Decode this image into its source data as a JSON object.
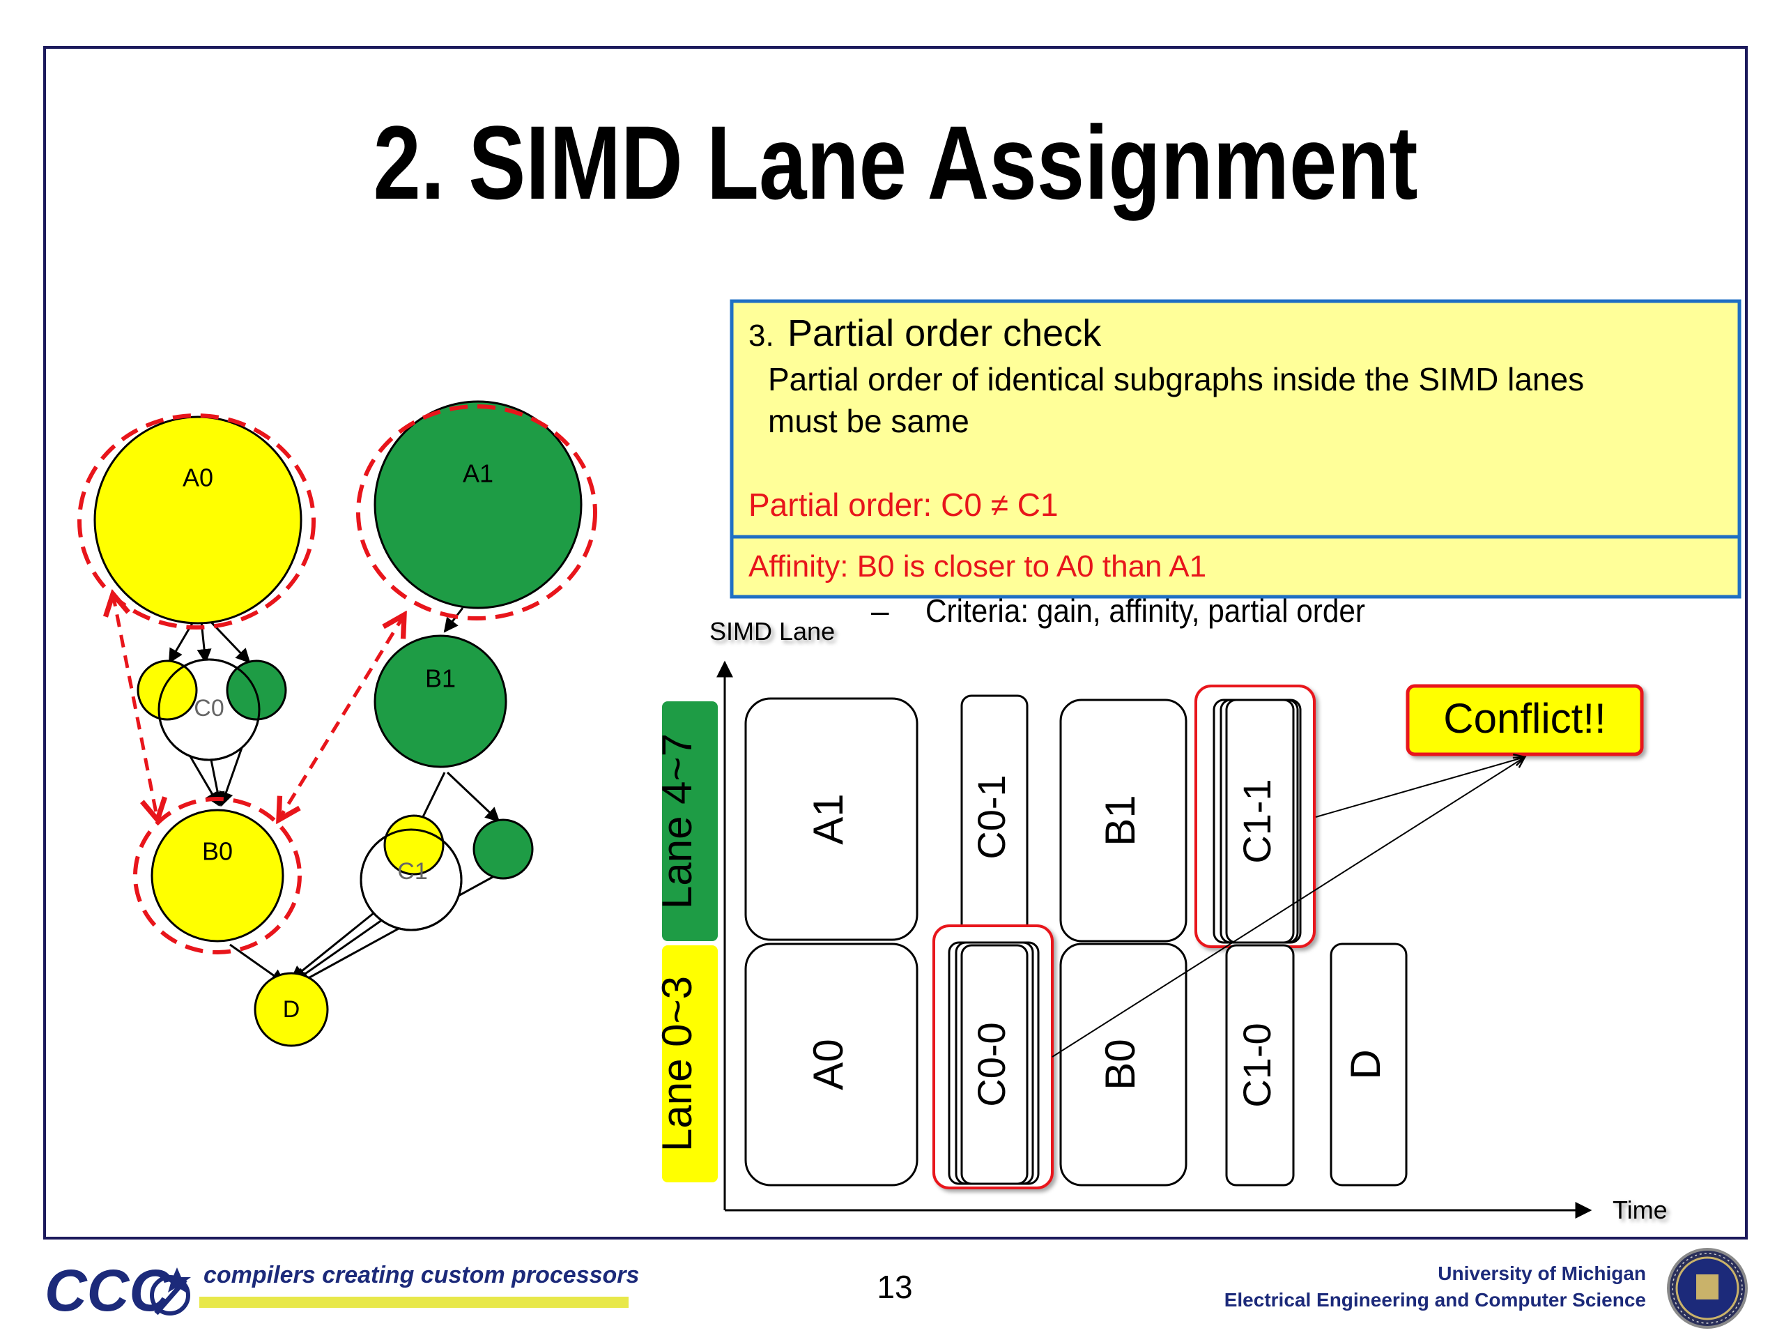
{
  "slide": {
    "title": "2. SIMD Lane Assignment",
    "page_number": "13"
  },
  "graph": {
    "nodes": {
      "A0": "A0",
      "A1": "A1",
      "B0": "B0",
      "B1": "B1",
      "C0": "C0",
      "C1": "C1",
      "D": "D"
    }
  },
  "callout": {
    "heading_number": "3.",
    "heading_text": "Partial order check",
    "body_line1": "Partial order of identical subgraphs inside the SIMD lanes",
    "body_line2": "must be same",
    "partial_order": "Partial order: C0 ≠ C1",
    "affinity": "Affinity: B0 is closer to A0 than A1"
  },
  "criteria": {
    "dash": "–",
    "text": "Criteria: gain, affinity, partial order"
  },
  "schedule": {
    "y_axis_label": "SIMD Lane",
    "x_axis_label": "Time",
    "lane_upper": "Lane 4~7",
    "lane_lower": "Lane 0~3",
    "upper_blocks": [
      "A1",
      "C0-1",
      "B1",
      "C1-1"
    ],
    "lower_blocks": [
      "A0",
      "C0-0",
      "B0",
      "C1-0",
      "D"
    ],
    "conflict": "Conflict!!"
  },
  "colors": {
    "yellow": "#ffff00",
    "green": "#1e9c45",
    "red": "#e8151b",
    "callout_fill": "#ffff99",
    "callout_border": "#1f6fc4",
    "slide_border": "#1c1a5c",
    "footer_navy": "#1c2a7a"
  },
  "footer": {
    "logo_text": "CCC",
    "tagline": "compilers creating custom processors",
    "university": "University of Michigan",
    "department": "Electrical Engineering and Computer Science",
    "seal_icon": "university-seal-icon"
  }
}
